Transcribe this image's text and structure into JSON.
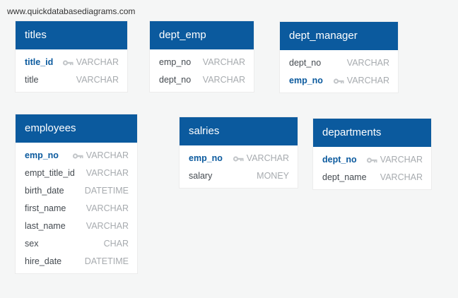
{
  "watermark": "www.quickdatabasediagrams.com",
  "colors": {
    "header": "#0b5a9e",
    "pk_text": "#0b5a9e",
    "type_text": "#a7abaf",
    "background": "#f5f6f6"
  },
  "tables": {
    "titles": {
      "name": "titles",
      "columns": [
        {
          "name": "title_id",
          "type": "VARCHAR",
          "pk": true
        },
        {
          "name": "title",
          "type": "VARCHAR",
          "pk": false
        }
      ]
    },
    "dept_emp": {
      "name": "dept_emp",
      "columns": [
        {
          "name": "emp_no",
          "type": "VARCHAR",
          "pk": false
        },
        {
          "name": "dept_no",
          "type": "VARCHAR",
          "pk": false
        }
      ]
    },
    "dept_manager": {
      "name": "dept_manager",
      "columns": [
        {
          "name": "dept_no",
          "type": "VARCHAR",
          "pk": false
        },
        {
          "name": "emp_no",
          "type": "VARCHAR",
          "pk": true
        }
      ]
    },
    "employees": {
      "name": "employees",
      "columns": [
        {
          "name": "emp_no",
          "type": "VARCHAR",
          "pk": true
        },
        {
          "name": "empt_title_id",
          "type": "VARCHAR",
          "pk": false
        },
        {
          "name": "birth_date",
          "type": "DATETIME",
          "pk": false
        },
        {
          "name": "first_name",
          "type": "VARCHAR",
          "pk": false
        },
        {
          "name": "last_name",
          "type": "VARCHAR",
          "pk": false
        },
        {
          "name": "sex",
          "type": "CHAR",
          "pk": false
        },
        {
          "name": "hire_date",
          "type": "DATETIME",
          "pk": false
        }
      ]
    },
    "salries": {
      "name": "salries",
      "columns": [
        {
          "name": "emp_no",
          "type": "VARCHAR",
          "pk": true
        },
        {
          "name": "salary",
          "type": "MONEY",
          "pk": false
        }
      ]
    },
    "departments": {
      "name": "departments",
      "columns": [
        {
          "name": "dept_no",
          "type": "VARCHAR",
          "pk": true
        },
        {
          "name": "dept_name",
          "type": "VARCHAR",
          "pk": false
        }
      ]
    }
  }
}
